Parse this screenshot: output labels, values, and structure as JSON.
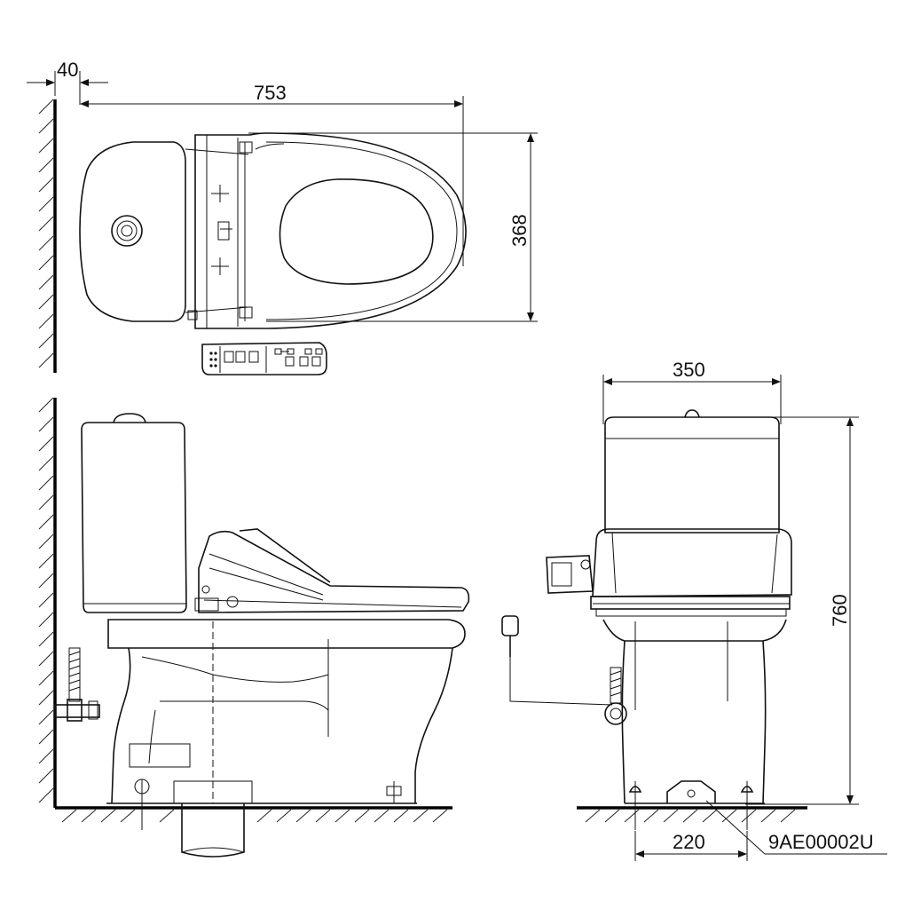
{
  "drawing": {
    "dimensions": {
      "wall_gap": "40",
      "total_length": "753",
      "width": "368",
      "front_width": "350",
      "height": "760",
      "rough_in": "220"
    },
    "model_code": "9AE00002U"
  }
}
